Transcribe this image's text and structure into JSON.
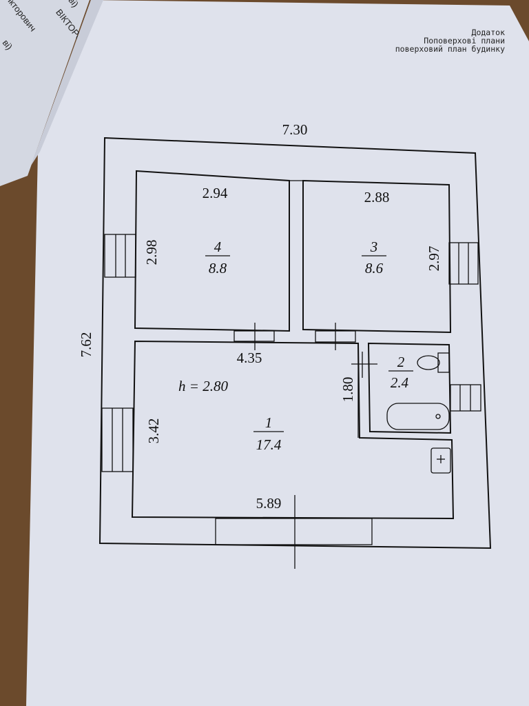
{
  "header": {
    "line1": "Додаток",
    "line2": "Поповерхові плани",
    "line3": "поверховий план будинку"
  },
  "background_sheet": {
    "text1": "ВІКТОРОВИЧ",
    "text2": "о Вікторович",
    "text3": "атькові)",
    "text4": "ві)"
  },
  "plan": {
    "outer_width": "7.30",
    "outer_length": "7.62",
    "ceiling_height": "h = 2.80",
    "rooms": [
      {
        "number": "1",
        "area": "17.4",
        "dims": [
          "4.35",
          "5.89",
          "3.42"
        ]
      },
      {
        "number": "2",
        "area": "2.4",
        "dims": [
          "1.80"
        ]
      },
      {
        "number": "3",
        "area": "8.6",
        "dims": [
          "2.88",
          "2.97"
        ]
      },
      {
        "number": "4",
        "area": "8.8",
        "dims": [
          "2.94",
          "2.98"
        ]
      }
    ]
  },
  "colors": {
    "paper": "#dfe2ec",
    "wood": "#6b4a2c",
    "ink": "#111111"
  }
}
